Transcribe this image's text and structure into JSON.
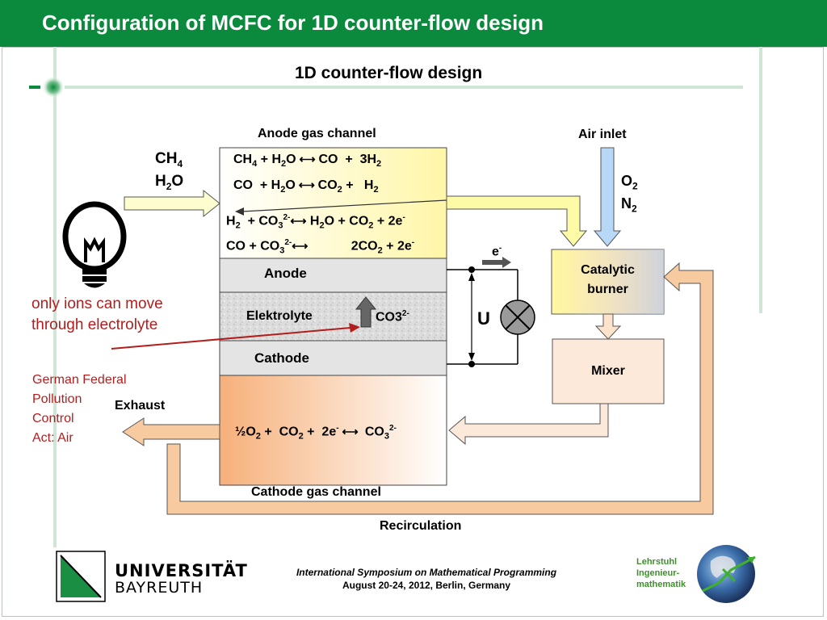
{
  "slide": {
    "title": "Configuration of MCFC for 1D counter-flow design",
    "subtitle": "1D counter-flow design"
  },
  "cell": {
    "anode_gas_channel_label": "Anode gas channel",
    "cathode_gas_channel_label": "Cathode gas channel",
    "anode_label": "Anode",
    "electrolyte_label": "Elektrolyte",
    "cathode_label": "Cathode",
    "carbonate_ion": "CO3",
    "carbonate_charge": "2-"
  },
  "inlets": {
    "fuel_line1": "CH4",
    "fuel_line2": "H2O",
    "air_inlet_label": "Air inlet",
    "oxygen": "O2",
    "nitrogen": "N2"
  },
  "components": {
    "burner_line1": "Catalytic",
    "burner_line2": "burner",
    "mixer": "Mixer",
    "voltage": "U",
    "electron": "e",
    "electron_charge": "-"
  },
  "flows": {
    "exhaust": "Exhaust",
    "recirculation": "Recirculation"
  },
  "notes": {
    "ions_line1": "only ions can move",
    "ions_line2": "through electrolyte",
    "law_line1": "German Federal",
    "law_line2": "Pollution",
    "law_line3": "Control",
    "law_line4": "Act: Air"
  },
  "footer": {
    "university_line1": "UNIVERSITÄT",
    "university_line2": "BAYREUTH",
    "conference_line1": "International Symposium on Mathematical Programming",
    "conference_line2": "August 20-24, 2012, Berlin, Germany",
    "chair_line1": "Lehrstuhl",
    "chair_line2": "Ingenieur-",
    "chair_line3": "mathematik"
  },
  "colors": {
    "title_bar": "#0b8a3e",
    "anode_channel": "#ffffb8",
    "cathode_channel": "#f7b98a",
    "electrolyte": "#d6d6d6",
    "air_arrow": "#b8d8f8",
    "note_red": "#b21e1e",
    "chair_green": "#3f8f2e"
  }
}
